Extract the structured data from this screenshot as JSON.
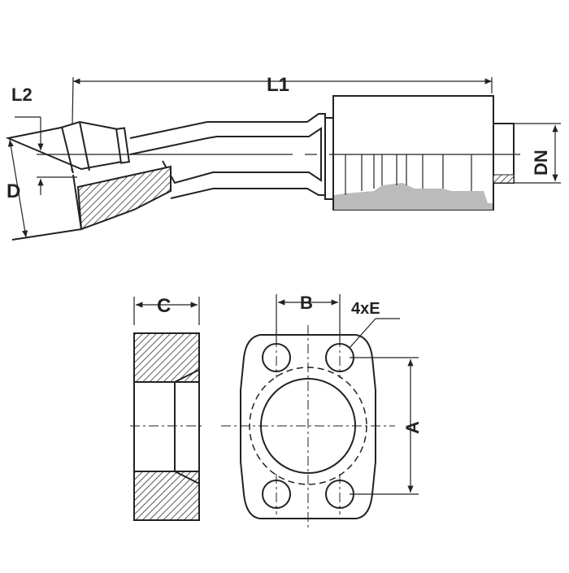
{
  "labels": {
    "L1": "L1",
    "L2": "L2",
    "D": "D",
    "DN": "DN",
    "C": "C",
    "B": "B",
    "E": "4xE",
    "A": "A"
  },
  "colors": {
    "line": "#222222",
    "fill": "#bbbbbb"
  }
}
